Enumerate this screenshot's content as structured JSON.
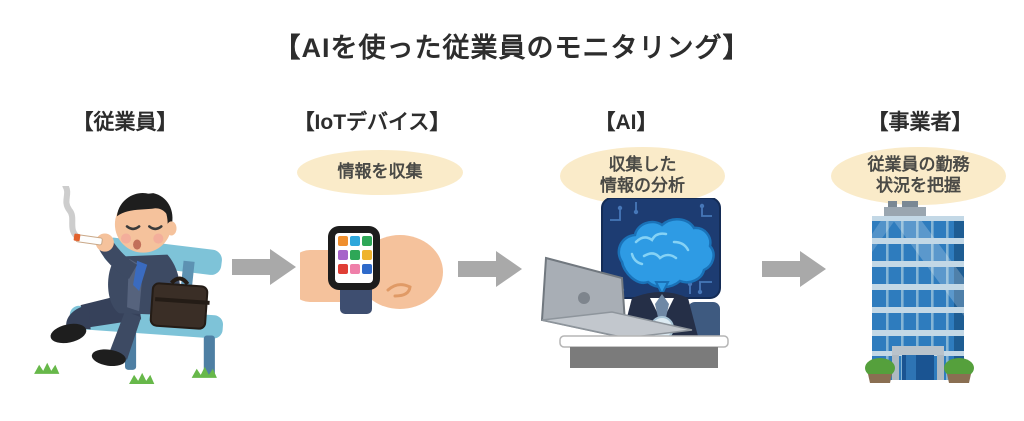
{
  "title": "【AIを使った従業員のモニタリング】",
  "columns": [
    {
      "header": "【従業員】",
      "illustration": "employee-smoking-on-bench"
    },
    {
      "header": "【IoTデバイス】",
      "bubble_lines": [
        "情報を収集"
      ],
      "illustration": "smartwatch-on-wrist"
    },
    {
      "header": "【AI】",
      "bubble_lines": [
        "収集した",
        "情報の分析"
      ],
      "illustration": "brain-circuit-figure-at-laptop"
    },
    {
      "header": "【事業者】",
      "bubble_lines": [
        "従業員の勤務",
        "状況を把握"
      ],
      "illustration": "office-building"
    }
  ],
  "arrows": [
    {
      "name": "arrow-employee-to-iot",
      "direction": "right"
    },
    {
      "name": "arrow-iot-to-ai",
      "direction": "right"
    },
    {
      "name": "arrow-ai-to-business",
      "direction": "right"
    }
  ],
  "colors": {
    "background": "#FFFFFF",
    "heading_text": "#2D2D2D",
    "bubble_fill": "#FAEBC9",
    "bubble_text": "#4A4A46",
    "arrow_gray": "#A9A9A9",
    "bench_blue": "#7EC3D8",
    "suit_navy": "#3D4A63",
    "skin": "#F5C29C",
    "watch_band_navy": "#3E4E70",
    "circuit_panel_navy": "#1D3C72",
    "brain_blue": "#2E9BE4",
    "building_glass_blue": "#2E7CBE",
    "bush_green": "#55A03C"
  }
}
